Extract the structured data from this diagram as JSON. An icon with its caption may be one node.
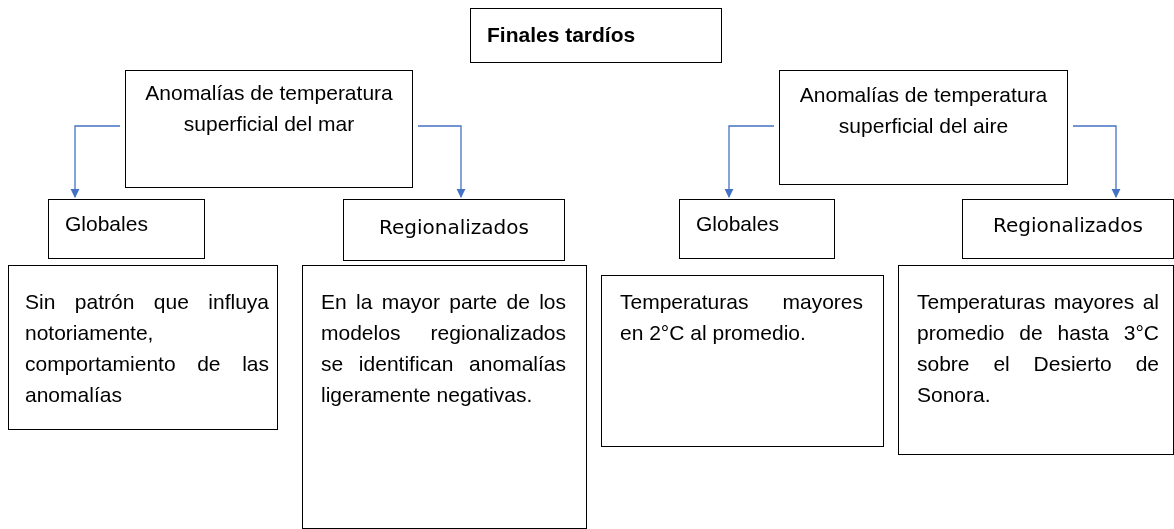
{
  "diagram": {
    "nodes": [
      {
        "text": [
          "Finales tardíos"
        ]
      },
      {
        "text": [
          "Anomalías de temperatura superficial del mar"
        ]
      },
      {
        "text": [
          "Globales"
        ]
      },
      {
        "text": [
          "Regionalizados"
        ]
      },
      {
        "text": [
          "Sin patrón que influya notoriamente, comportamiento de las anomalías"
        ]
      },
      {
        "text": [
          "En la mayor parte de los modelos regionalizados se identifican anomalías ligeramente negativas."
        ]
      },
      {
        "text": [
          "Anomalías de temperatura superficial del aire"
        ]
      },
      {
        "text": [
          "Globales"
        ]
      },
      {
        "text": [
          "Regionalizados"
        ]
      },
      {
        "text": [
          "Temperaturas mayores en 2°C al promedio."
        ]
      },
      {
        "text": [
          "Temperaturas mayores al promedio de hasta 3°C sobre el Desierto de Sonora."
        ]
      }
    ],
    "edges": [
      {
        "from": 1,
        "to": 2,
        "arrow": "to"
      },
      {
        "from": 1,
        "to": 3,
        "arrow": "to"
      },
      {
        "from": 6,
        "to": 7,
        "arrow": "to"
      },
      {
        "from": 6,
        "to": 8,
        "arrow": "to"
      }
    ]
  }
}
